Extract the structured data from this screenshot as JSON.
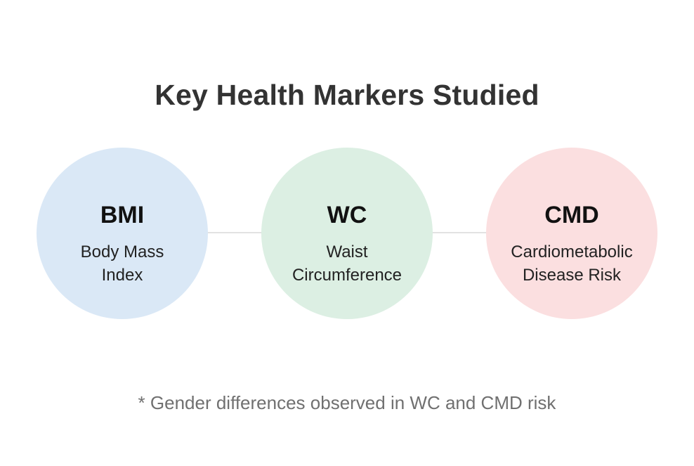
{
  "title": "Key Health Markers Studied",
  "markers": [
    {
      "abbr": "BMI",
      "line1": "Body Mass",
      "line2": "Index",
      "color": "#dae8f6"
    },
    {
      "abbr": "WC",
      "line1": "Waist",
      "line2": "Circumference",
      "color": "#dcefe3"
    },
    {
      "abbr": "CMD",
      "line1": "Cardiometabolic",
      "line2": "Disease Risk",
      "color": "#fbdfe0"
    }
  ],
  "footnote": "* Gender differences observed in WC and CMD risk"
}
